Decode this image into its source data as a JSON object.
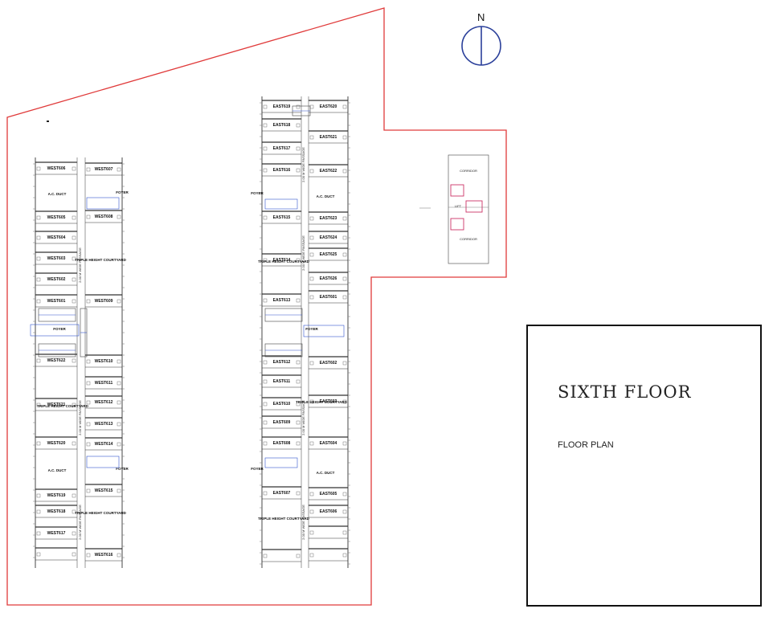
{
  "title": {
    "main": "SIXTH FLOOR",
    "sub": "FLOOR PLAN"
  },
  "compass": {
    "label": "N"
  },
  "colors": {
    "boundary": "#e03a3a",
    "compass": "#2a3f9a",
    "walls": "#333333",
    "accent_blue": "#3355cc",
    "accent_pink": "#cc3366"
  },
  "west_wing": {
    "foyer_label": "FOYER",
    "ac_label": "A.C. DUCT",
    "passage_label": "2.00 M WIDE PASSAGE",
    "courtyard_label": "TRIPLE HEIGHT COURTYARD",
    "rooms_left": [
      "WEST606",
      "WEST605",
      "WEST604",
      "WEST603",
      "WEST602",
      "WEST601",
      "WEST622",
      "WEST621",
      "WEST620",
      "WEST619",
      "WEST618",
      "WEST617"
    ],
    "rooms_right": [
      "WEST607",
      "WEST608",
      "WEST609",
      "WEST610",
      "WEST611",
      "WEST612",
      "WEST613",
      "WEST614",
      "WEST615",
      "WEST616"
    ]
  },
  "east_wing": {
    "foyer_label": "FOYER",
    "ac_label": "A.C. DUCT",
    "passage_label": "2.00 M WIDE PASSAGE",
    "courtyard_label": "TRIPLE HEIGHT COURTYARD",
    "rooms_left": [
      "EAST619",
      "EAST618",
      "EAST617",
      "EAST616",
      "EAST615",
      "EAST614",
      "EAST613",
      "EAST612",
      "EAST611",
      "EAST610",
      "EAST609",
      "EAST608",
      "EAST607"
    ],
    "rooms_right": [
      "EAST620",
      "EAST621",
      "EAST622",
      "EAST623",
      "EAST624",
      "EAST625",
      "EAST626",
      "EAST601",
      "EAST602",
      "EAST603",
      "EAST604",
      "EAST605",
      "EAST606"
    ]
  },
  "core": {
    "labels": [
      "CORRIDOR",
      "LIFT",
      "CORRIDOR"
    ]
  }
}
